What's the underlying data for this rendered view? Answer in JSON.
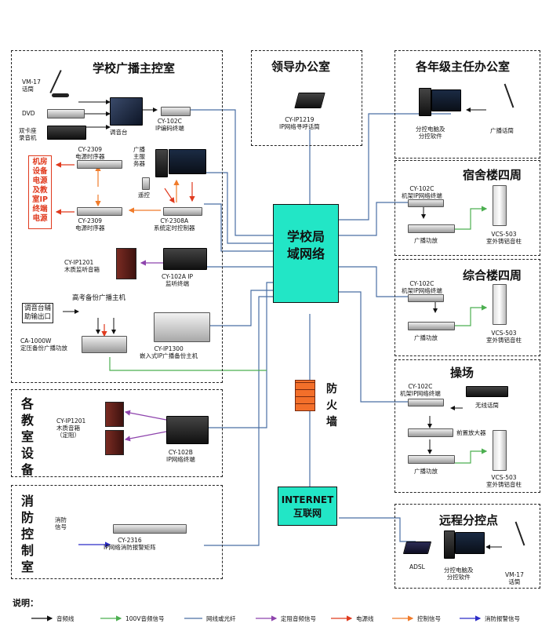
{
  "zones": {
    "control_room": "学校广播主控室",
    "leader_office": "领导办公室",
    "grade_office": "各年级主任办公室",
    "dorm": "宿舍楼四周",
    "complex": "综合楼四周",
    "playground": "操场",
    "classroom": "各教室设备",
    "fire": "消防控制室",
    "remote": "远程分控点"
  },
  "hubs": {
    "lan": "学校局域网络",
    "internet": "INTERNET\n互联网",
    "firewall": "防火墙"
  },
  "labels": {
    "vm17": "VM-17\n话筒",
    "dvd": "DVD",
    "dual_deck": "双卡座\n录音机",
    "mixer": "调音台",
    "cy102c_top": "CY-102C\nIP编码终端",
    "cy2309_a": "CY-2309\n电源时序器",
    "power_note": "机房设备电源及教室IP终端电源",
    "bcast_server": "广播\n主服\n务器",
    "remote_ctrl": "遥控",
    "cy2309_b": "CY-2309\n电源时序器",
    "cy2308a": "CY-2308A\n系统定时控制器",
    "cy_ip1201_a": "CY-IP1201\n木质监听音箱",
    "cy102a": "CY-102A IP\n监听终端",
    "backup_host": "高考备份广播主机",
    "mixer_aux": "调音台辅\n助输出口",
    "ca1000w": "CA-1000W\n定压备份广播功放",
    "cy_ip1300": "CY-IP1300\n嵌入式IP广播备份主机",
    "cy_ip1219": "CY-IP1219\nIP网络寻呼话筒",
    "branch_pc": "分控电脑及\n分控软件",
    "bcast_mic": "广播话筒",
    "dorm_term": "CY-102C\n机架IP网络终端",
    "dorm_amp": "广播功放",
    "dorm_spk": "VCS-503\n室外铸铝音柱",
    "comp_term": "CY-102C\n机架IP网络终端",
    "comp_amp": "广播功放",
    "comp_spk": "VCS-503\n室外铸铝音柱",
    "play_term": "CY-102C\n机架IP网络终端",
    "wireless_mic": "无线话筒",
    "preamp": "前置放大器",
    "play_amp": "广播功放",
    "play_spk": "VCS-503\n室外铸铝音柱",
    "class_spk": "CY-IP1201\n木质音箱\n（定阻）",
    "cy102b": "CY-102B\nIP网络终端",
    "fire_signal": "消防\n信号",
    "cy2316": "CY-2316\nIP网络消防报警矩阵",
    "adsl": "ADSL",
    "remote_pc": "分控电脑及\n分控软件",
    "remote_mic": "VM-17\n话筒"
  },
  "legend": {
    "title": "说明：",
    "items": [
      {
        "label": "音频线",
        "color": "#111111"
      },
      {
        "label": "100V音频信号",
        "color": "#4caf50"
      },
      {
        "label": "网线或光纤",
        "color": "#4a6fa5"
      },
      {
        "label": "定阻音频信号",
        "color": "#8e44ad"
      },
      {
        "label": "电源线",
        "color": "#e03a1e"
      },
      {
        "label": "控制信号",
        "color": "#f07b2a"
      },
      {
        "label": "消防报警信号",
        "color": "#2c2cc8"
      }
    ]
  }
}
